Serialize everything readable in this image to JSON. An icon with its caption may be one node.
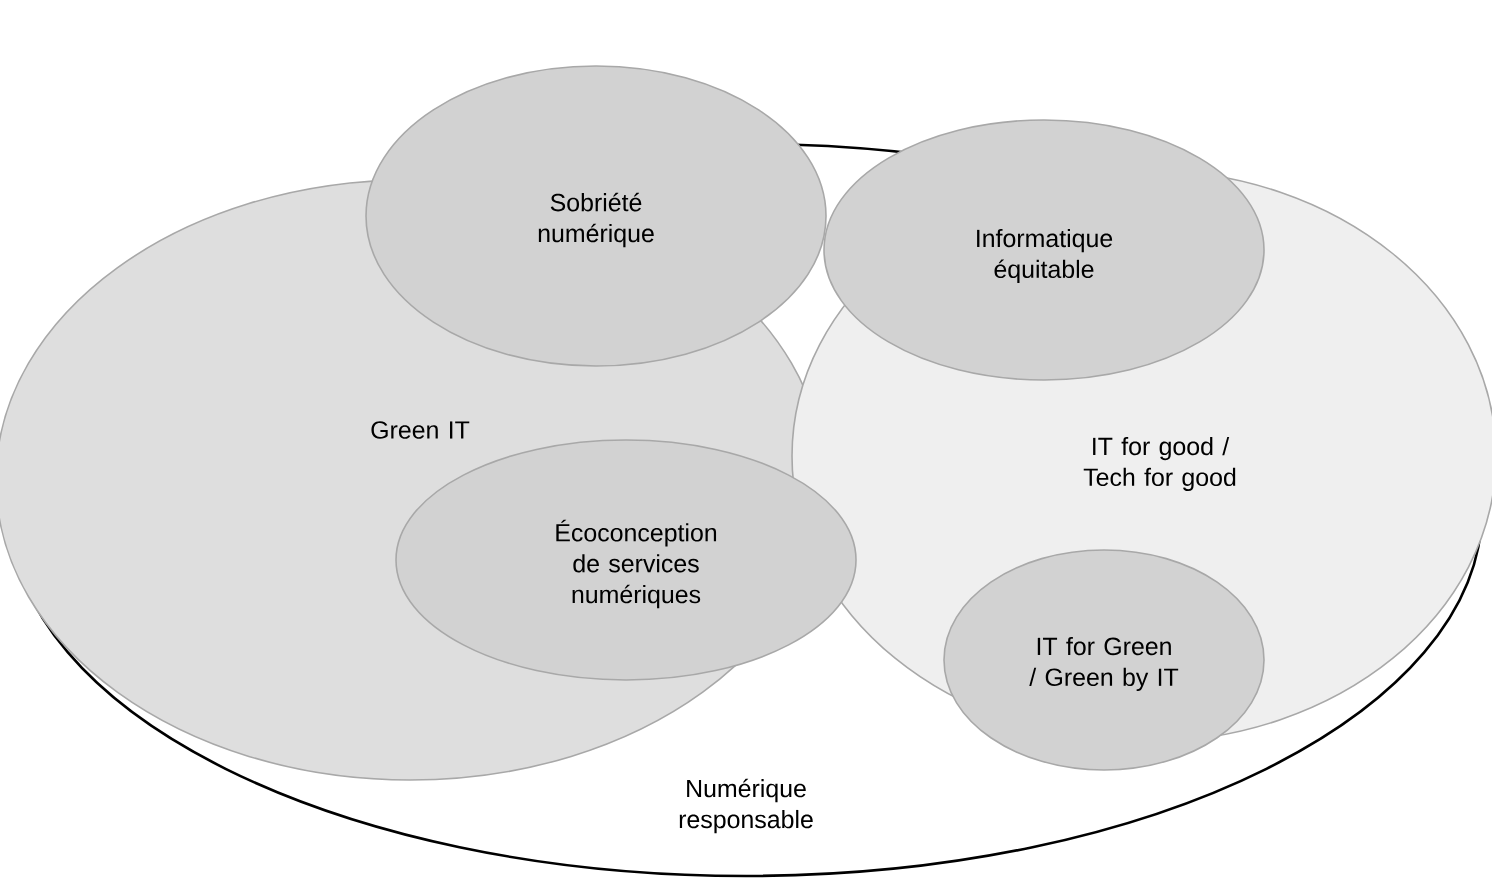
{
  "diagram": {
    "nodes": [
      {
        "text": [
          "Numérique responsable"
        ]
      },
      {
        "text": [
          "Green IT"
        ],
        "in": 0
      },
      {
        "text": [
          "IT for good / Tech for good"
        ],
        "in": 0
      },
      {
        "text": [
          "Sobriété numérique"
        ]
      },
      {
        "text": [
          "Informatique équitable"
        ]
      },
      {
        "text": [
          "Écoconception de services numériques"
        ],
        "in": 0
      },
      {
        "text": [
          "IT for Green / Green by IT"
        ],
        "in": 2
      }
    ]
  }
}
